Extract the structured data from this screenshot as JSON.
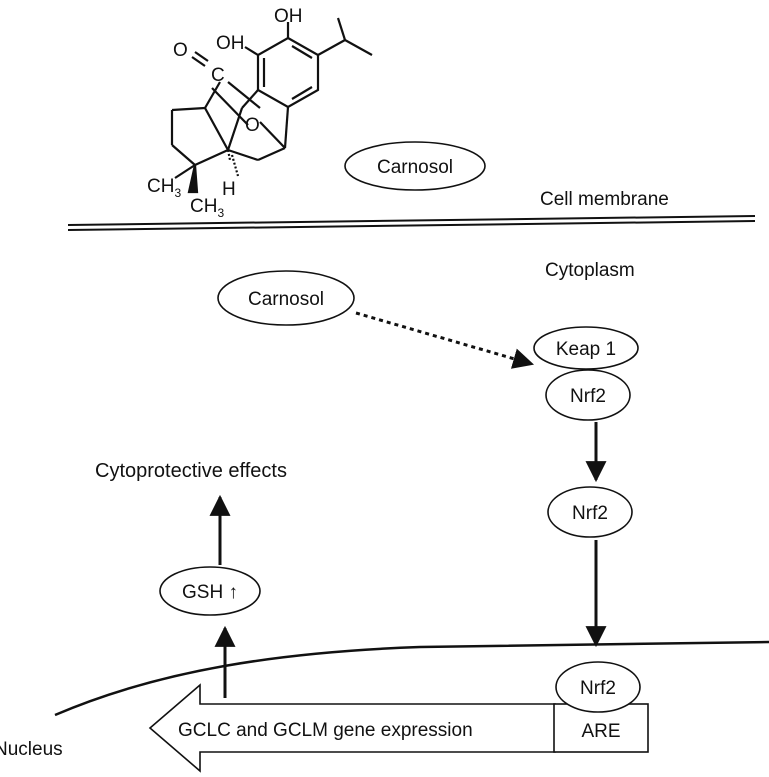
{
  "molecule": {
    "atoms": {
      "oh_top": "OH",
      "oh_mid": "OH",
      "carbonyl_o": "O",
      "carbonyl_c": "C",
      "ring_o": "O",
      "h": "H",
      "ch3_a": "CH",
      "ch3_a_sub": "3",
      "ch3_b": "CH",
      "ch3_b_sub": "3"
    }
  },
  "labels": {
    "carnosol_outside": "Carnosol",
    "cell_membrane": "Cell membrane",
    "cytoplasm": "Cytoplasm",
    "carnosol_inside": "Carnosol",
    "keap1": "Keap 1",
    "nrf2_bound": "Nrf2",
    "nrf2_free": "Nrf2",
    "nrf2_nucleus": "Nrf2",
    "are": "ARE",
    "gene_expression": "GCLC and GCLM gene expression",
    "nucleus": "Nucleus",
    "gsh": "GSH ↑",
    "effects": "Cytoprotective effects"
  }
}
